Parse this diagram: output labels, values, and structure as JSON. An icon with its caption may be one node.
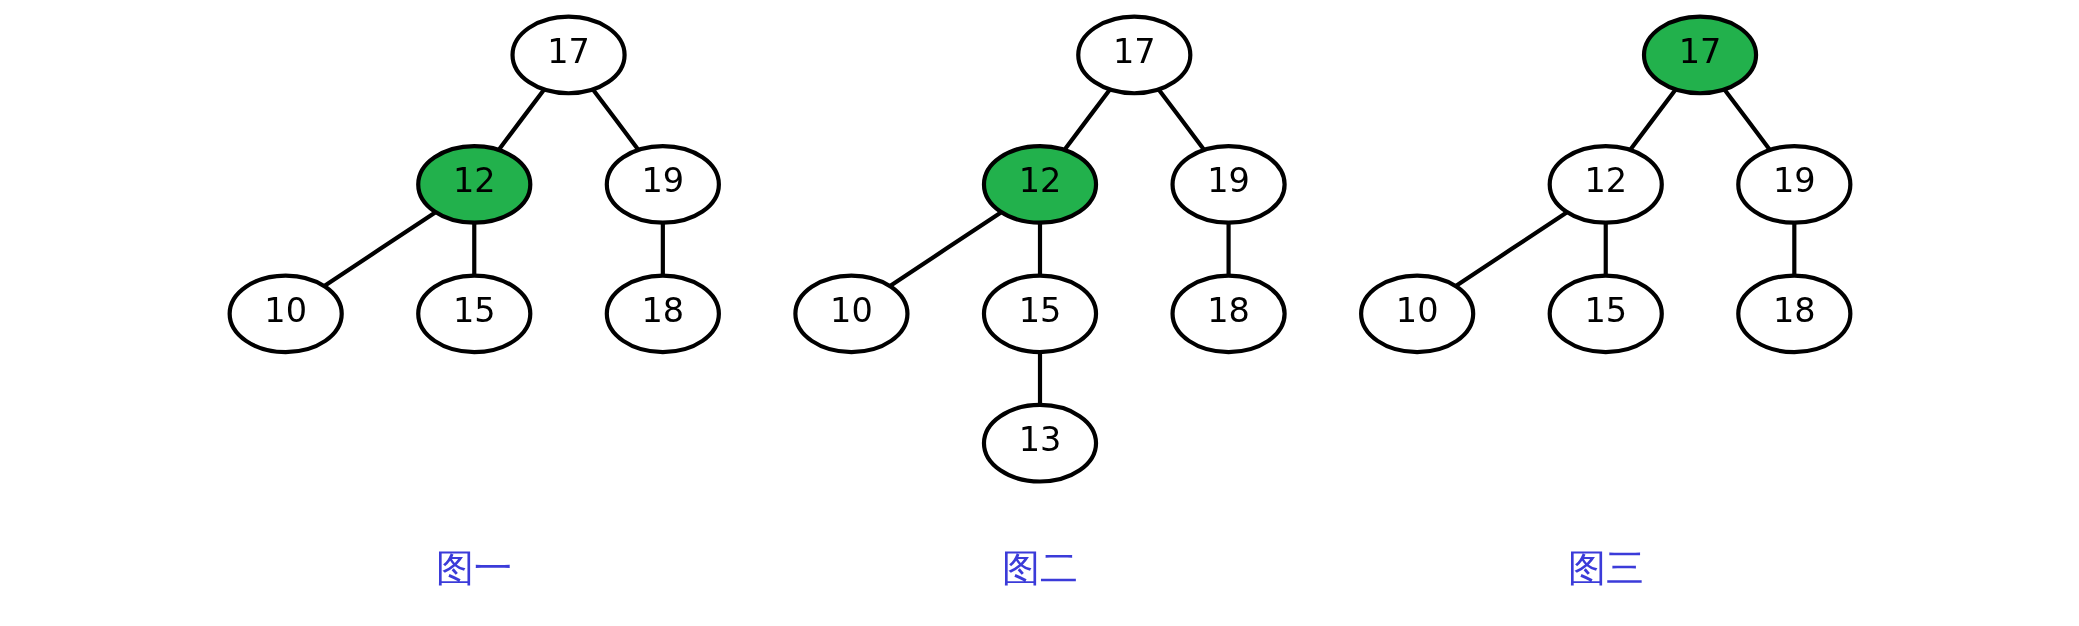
{
  "diagram": {
    "nodes": [
      {
        "text": [
          "17"
        ]
      },
      {
        "text": [
          "12"
        ]
      },
      {
        "text": [
          "19"
        ]
      },
      {
        "text": [
          "10"
        ]
      },
      {
        "text": [
          "15"
        ]
      },
      {
        "text": [
          "18"
        ]
      },
      {
        "text": [
          "17"
        ]
      },
      {
        "text": [
          "12"
        ]
      },
      {
        "text": [
          "19"
        ]
      },
      {
        "text": [
          "10"
        ]
      },
      {
        "text": [
          "15"
        ]
      },
      {
        "text": [
          "18"
        ]
      },
      {
        "text": [
          "13"
        ]
      },
      {
        "text": [
          "17"
        ]
      },
      {
        "text": [
          "12"
        ]
      },
      {
        "text": [
          "19"
        ]
      },
      {
        "text": [
          "10"
        ]
      },
      {
        "text": [
          "15"
        ]
      },
      {
        "text": [
          "18"
        ]
      }
    ],
    "edges": [
      {
        "from": 0,
        "to": 1,
        "arrow": "none"
      },
      {
        "from": 0,
        "to": 2,
        "arrow": "none"
      },
      {
        "from": 1,
        "to": 3,
        "arrow": "none"
      },
      {
        "from": 1,
        "to": 4,
        "arrow": "none"
      },
      {
        "from": 2,
        "to": 5,
        "arrow": "none"
      },
      {
        "from": 6,
        "to": 7,
        "arrow": "none"
      },
      {
        "from": 6,
        "to": 8,
        "arrow": "none"
      },
      {
        "from": 7,
        "to": 9,
        "arrow": "none"
      },
      {
        "from": 7,
        "to": 10,
        "arrow": "none"
      },
      {
        "from": 8,
        "to": 11,
        "arrow": "none"
      },
      {
        "from": 10,
        "to": 12,
        "arrow": "none"
      },
      {
        "from": 13,
        "to": 14,
        "arrow": "none"
      },
      {
        "from": 13,
        "to": 15,
        "arrow": "none"
      },
      {
        "from": 14,
        "to": 16,
        "arrow": "none"
      },
      {
        "from": 14,
        "to": 17,
        "arrow": "none"
      },
      {
        "from": 15,
        "to": 18,
        "arrow": "none"
      }
    ],
    "labels": [
      "图一",
      "图二",
      "图三"
    ]
  }
}
